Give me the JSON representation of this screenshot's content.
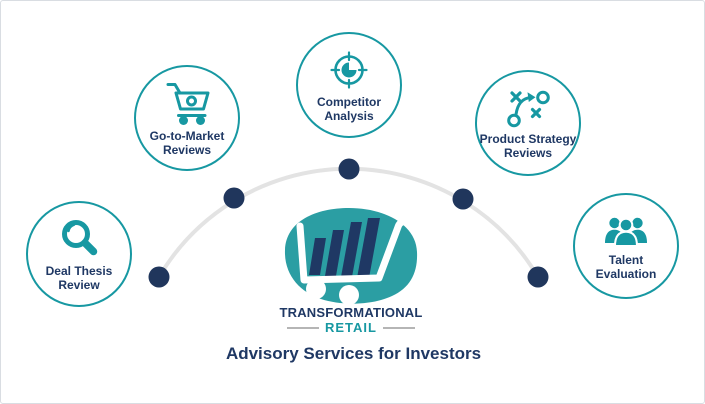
{
  "colors": {
    "teal": "#1798a2",
    "logo_teal": "#2b9ea3",
    "navy": "#1f3864",
    "dot_navy": "#20365c",
    "arc_gray": "#e3e3e3",
    "border_gray": "#d9dde2"
  },
  "bubbles": [
    {
      "id": "deal-thesis-review",
      "icon": "magnifier-icon",
      "label_lines": [
        "Deal Thesis",
        "Review"
      ]
    },
    {
      "id": "go-to-market-reviews",
      "icon": "shopping-cart-icon",
      "label_lines": [
        "Go-to-Market",
        "Reviews"
      ]
    },
    {
      "id": "competitor-analysis",
      "icon": "target-pie-icon",
      "label_lines": [
        "Competitor",
        "Analysis"
      ]
    },
    {
      "id": "product-strategy-reviews",
      "icon": "strategy-play-icon",
      "label_lines": [
        "Product Strategy",
        "Reviews"
      ]
    },
    {
      "id": "talent-evaluation",
      "icon": "people-group-icon",
      "label_lines": [
        "Talent",
        "Evaluation"
      ]
    }
  ],
  "logo": {
    "brand_line1": "TRANSFORMATIONAL",
    "brand_line2": "RETAIL"
  },
  "caption": "Advisory Services for Investors"
}
